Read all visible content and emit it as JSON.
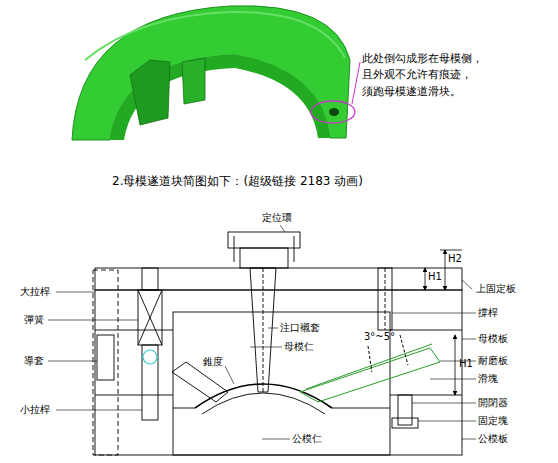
{
  "diagram": {
    "title": "2.母模遂道块简图如下：(超级链接 2183 动画)",
    "labels": [
      "此处倒勾成形在母模侧， 且外观不允许有痕迹， 须跑母模遂道滑块。",
      "定位環",
      "H1",
      "H2",
      "上固定板",
      "大拉桿",
      "彈簧",
      "撐桿",
      "注口襯套",
      "母模仁",
      "母模板",
      "3°~5°",
      "耐磨板",
      "導套",
      "錐度",
      "滑塊",
      "H1",
      "小拉桿",
      "開閉器",
      "固定塊",
      "公模仁",
      "公模板"
    ]
  }
}
